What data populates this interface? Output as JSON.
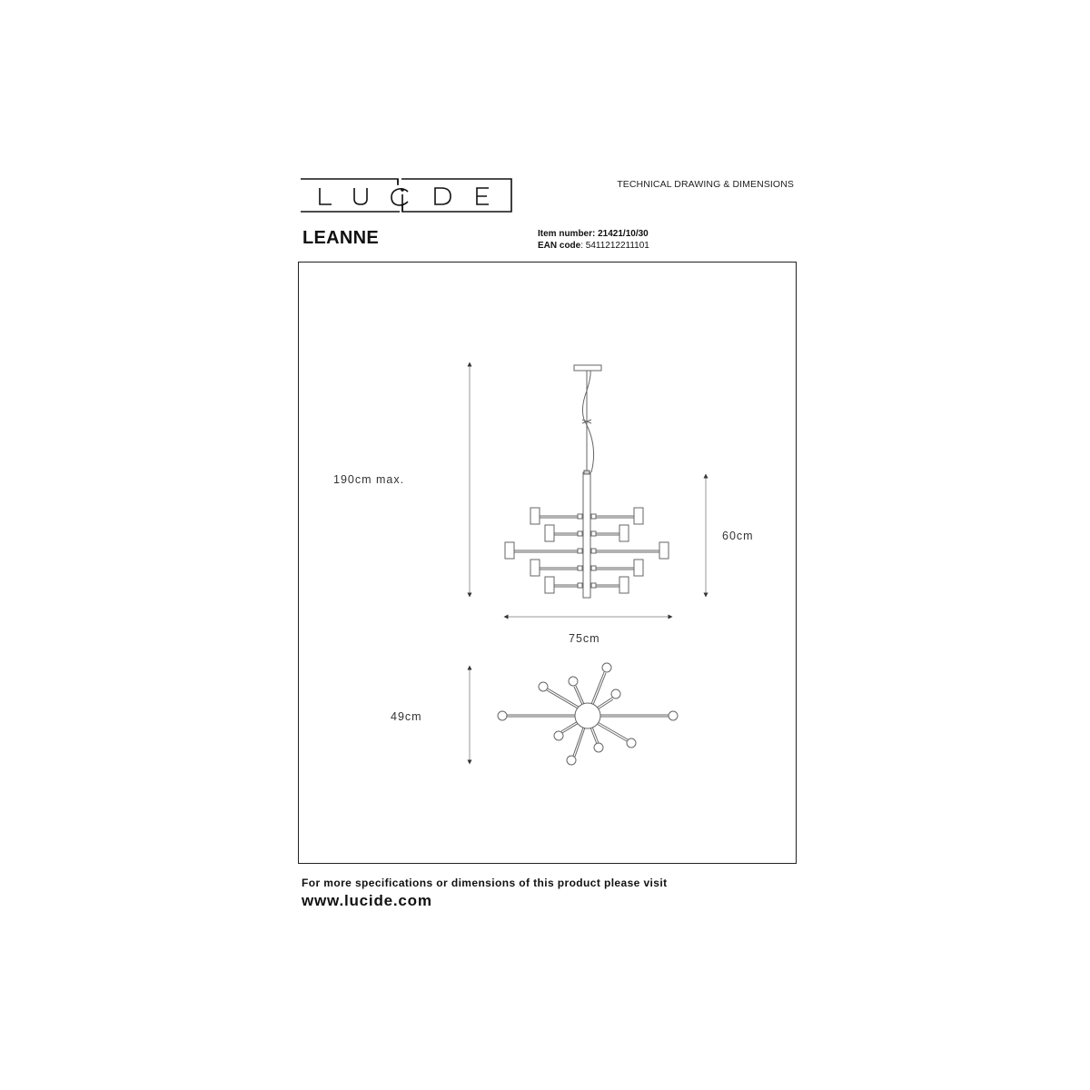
{
  "header": {
    "brand": "LUCIDE",
    "document_type": "TECHNICAL DRAWING & DIMENSIONS",
    "product_name": "LEANNE",
    "item_number_label": "Item number:",
    "item_number": "21421/10/30",
    "ean_label": "EAN code",
    "ean_code": ": 5411212211101"
  },
  "drawing": {
    "side_view": {
      "height_max_label": "190cm max.",
      "body_height_label": "60cm",
      "width_label": "75cm",
      "arm_rows": 5,
      "bulbs_count": 10
    },
    "top_view": {
      "depth_label": "49cm",
      "arms_count": 10
    },
    "line_color": "#555555",
    "frame_color": "#222222"
  },
  "footer": {
    "note": "For more specifications or dimensions of this product please visit",
    "url": "www.lucide.com"
  }
}
